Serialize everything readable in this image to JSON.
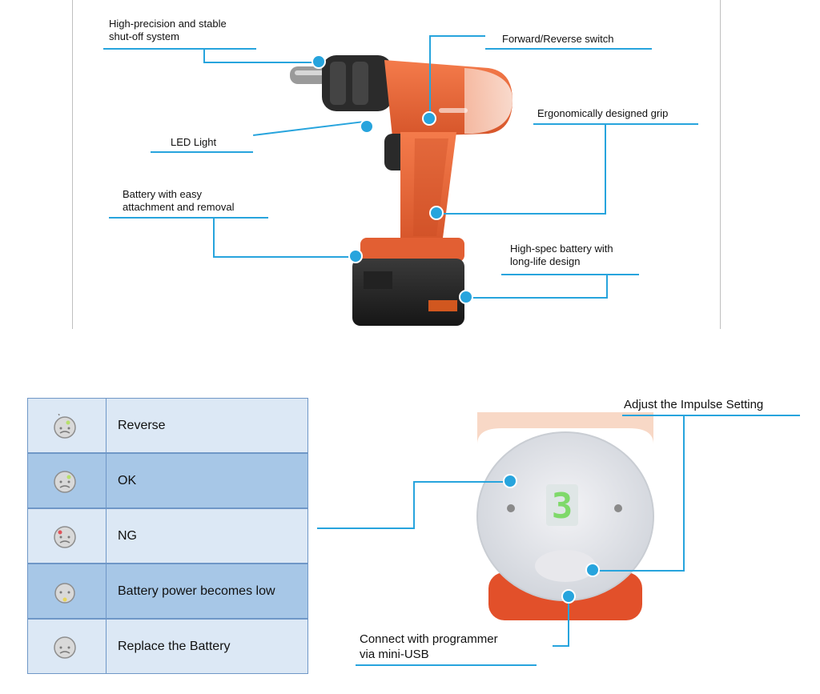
{
  "callouts": {
    "shutoff": {
      "line1": "High-precision and stable",
      "line2": "shut-off system"
    },
    "forward_reverse": "Forward/Reverse switch",
    "led_light": "LED Light",
    "grip": "Ergonomically designed grip",
    "battery_attach": {
      "line1": "Battery with easy",
      "line2": "attachment and removal"
    },
    "battery_spec": {
      "line1": "High-spec battery with",
      "line2": "long-life design"
    }
  },
  "legend": [
    {
      "icon": "led-reverse-icon",
      "label": "Reverse"
    },
    {
      "icon": "led-ok-icon",
      "label": "OK"
    },
    {
      "icon": "led-ng-icon",
      "label": "NG"
    },
    {
      "icon": "led-battery-low-icon",
      "label": "Battery power becomes low"
    },
    {
      "icon": "led-replace-battery-icon",
      "label": "Replace the Battery"
    }
  ],
  "cap": {
    "impulse_label": "Adjust the Impulse Setting",
    "display_digit": "3",
    "usb": {
      "line1": "Connect with programmer",
      "line2": "via mini-USB"
    }
  },
  "colors": {
    "accent": "#27a4dd",
    "drill_orange": "#ef6a3a",
    "row_light": "#dce8f5",
    "row_dark": "#a7c7e7",
    "display_green": "#7fd96a"
  }
}
